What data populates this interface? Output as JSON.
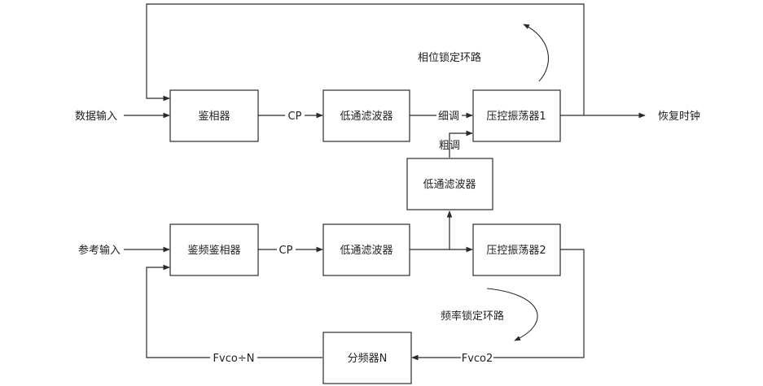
{
  "inputs": {
    "data_input": "数据输入",
    "ref_input": "参考输入"
  },
  "output": {
    "recovered_clock": "恢复时钟"
  },
  "blocks": {
    "phase_detector": "鉴相器",
    "lpf_top": "低通滤波器",
    "vco1": "压控振荡器1",
    "lpf_mid": "低通滤波器",
    "pfd": "鉴频鉴相器",
    "lpf_bottom": "低通滤波器",
    "vco2": "压控振荡器2",
    "divider": "分频器N"
  },
  "signals": {
    "cp_top": "CP",
    "fine_tune": "细调",
    "coarse_tune": "粗调",
    "cp_bottom": "CP",
    "fvco2": "Fvco2",
    "fvco_div_n": "Fvco÷N"
  },
  "loops": {
    "phase_lock_loop": "相位锁定环路",
    "freq_lock_loop": "频率锁定环路"
  }
}
